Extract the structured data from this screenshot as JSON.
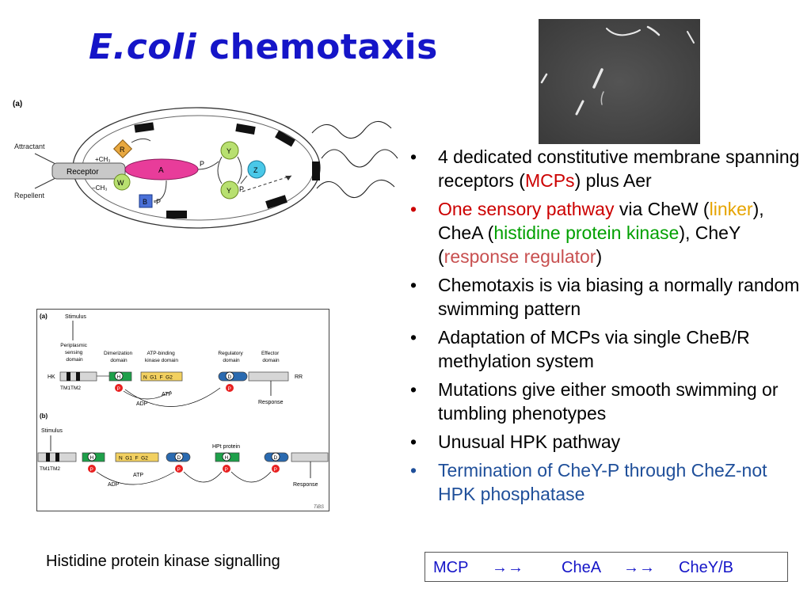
{
  "title": {
    "italic": "E.coli",
    "rest": " chemotaxis"
  },
  "diagram_a": {
    "panel_label": "(a)",
    "attractant": "Attractant",
    "repellent": "Repellent",
    "receptor": "Receptor",
    "ch3_add": "+CH₃",
    "ch3_remove": "−CH₃",
    "r": "R",
    "w": "W",
    "a": "A",
    "b": "B",
    "p": "P",
    "y": "Y",
    "z": "Z",
    "b_p": "-P",
    "y_p": "P"
  },
  "diagram_b": {
    "a_label": "(a)",
    "b_label": "(b)",
    "stimulus": "Stimulus",
    "periplasmic": [
      "Periplasmic",
      "sensing",
      "domain"
    ],
    "dimerization": [
      "Dimerization",
      "domain"
    ],
    "atp_binding": [
      "ATP-binding",
      "kinase domain"
    ],
    "regulatory": [
      "Regulatory",
      "domain"
    ],
    "effector": [
      "Effector",
      "domain"
    ],
    "hk": "HK",
    "rr": "RR",
    "tm": "TM1TM2",
    "h": "H",
    "d": "D",
    "p": "P",
    "kinase_motifs": "N  G1  F  G2",
    "atp": "ATP",
    "adp": "ADP",
    "response": "Response",
    "hpt": "HPt protein",
    "credit": "TiBS"
  },
  "bullets": [
    {
      "segments": [
        {
          "text": "4 dedicated constitutive membrane spanning receptors (",
          "color": "black"
        },
        {
          "text": "MCPs",
          "color": "red"
        },
        {
          "text": ") plus Aer",
          "color": "black"
        }
      ],
      "bullet_color": "black"
    },
    {
      "segments": [
        {
          "text": "One sensory pathway",
          "color": "red"
        },
        {
          "text": " via CheW (",
          "color": "black"
        },
        {
          "text": "linker",
          "color": "orange"
        },
        {
          "text": "), CheA (",
          "color": "black"
        },
        {
          "text": "histidine protein kinase",
          "color": "green"
        },
        {
          "text": "), CheY (",
          "color": "black"
        },
        {
          "text": "response regulator",
          "color": "pink"
        },
        {
          "text": ")",
          "color": "black"
        }
      ],
      "bullet_color": "red"
    },
    {
      "segments": [
        {
          "text": "Chemotaxis is via biasing a normally random swimming pattern",
          "color": "black"
        }
      ],
      "bullet_color": "black"
    },
    {
      "segments": [
        {
          "text": "Adaptation of MCPs via single CheB/R methylation system",
          "color": "black"
        }
      ],
      "bullet_color": "black"
    },
    {
      "segments": [
        {
          "text": "Mutations give either smooth swimming or tumbling phenotypes",
          "color": "black"
        }
      ],
      "bullet_color": "black"
    },
    {
      "segments": [
        {
          "text": "Unusual HPK pathway",
          "color": "black"
        }
      ],
      "bullet_color": "black"
    },
    {
      "segments": [
        {
          "text": "Termination of CheY-P through CheZ-not HPK phosphatase",
          "color": "blue"
        }
      ],
      "bullet_color": "blue"
    }
  ],
  "caption": "Histidine protein kinase signalling",
  "flow": {
    "mcp": "MCP",
    "arrows1": "→→",
    "chea": "CheA",
    "arrows2": "→→",
    "chey": "CheY/B"
  },
  "colors": {
    "title": "#1515c8",
    "red": "#cc0000",
    "orange": "#e6a400",
    "green": "#00a000",
    "pink": "#c85050",
    "blue": "#1f4f9a"
  }
}
